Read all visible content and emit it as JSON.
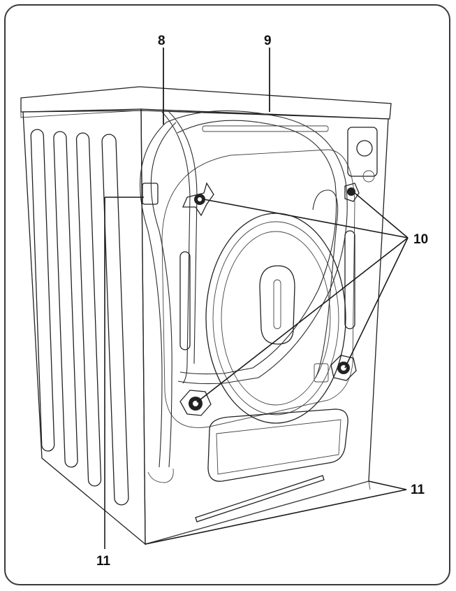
{
  "figure": {
    "callouts": [
      {
        "id": "c8",
        "text": "8"
      },
      {
        "id": "c9",
        "text": "9"
      },
      {
        "id": "c10",
        "text": "10"
      },
      {
        "id": "c11a",
        "text": "11"
      },
      {
        "id": "c11b",
        "text": "11"
      }
    ],
    "colors": {
      "line": "#222222",
      "callout_line": "#1a1a1a",
      "frame": "#3a3a3a",
      "background": "#ffffff"
    }
  }
}
